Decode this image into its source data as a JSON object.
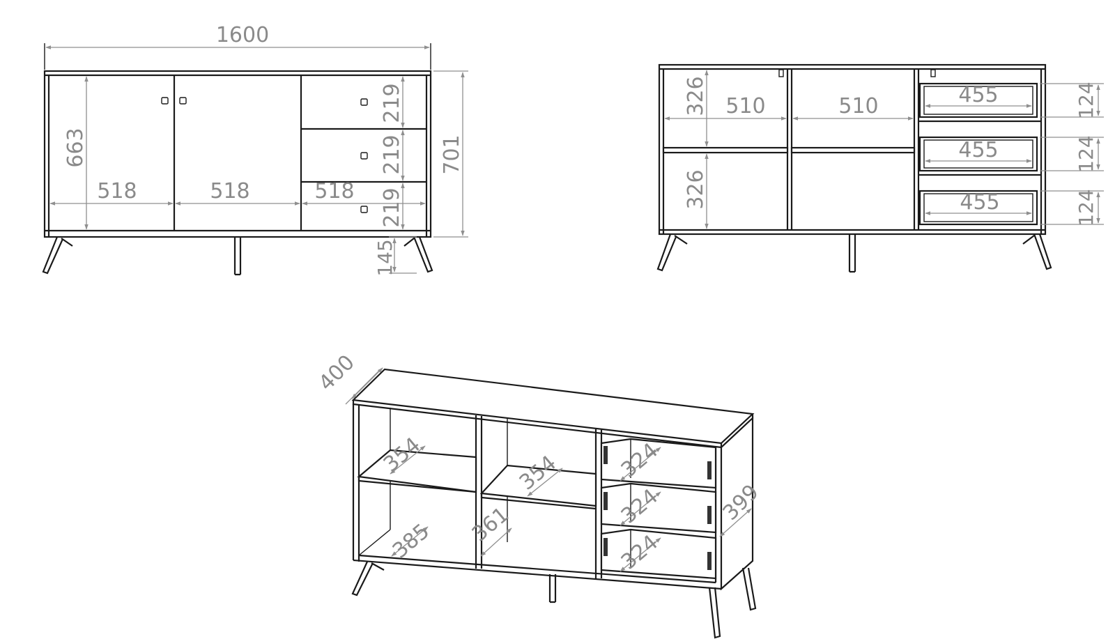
{
  "front_view": {
    "overall_width": "1600",
    "overall_height": "701",
    "door_height": "663",
    "door_width_left": "518",
    "door_width_middle": "518",
    "drawer_width": "518",
    "drawer_height_top": "219",
    "drawer_height_middle": "219",
    "drawer_height_bottom": "219",
    "leg_height": "145"
  },
  "open_view": {
    "shelf_height_upper": "326",
    "shelf_height_lower": "326",
    "compartment_width_left": "510",
    "compartment_width_middle": "510",
    "drawer_inner_width_1": "455",
    "drawer_inner_width_2": "455",
    "drawer_inner_width_3": "455",
    "drawer_inner_height_1": "124",
    "drawer_inner_height_2": "124",
    "drawer_inner_height_3": "124"
  },
  "iso_view": {
    "depth": "400",
    "side_depth": "399",
    "shelf_depth_left": "354",
    "shelf_depth_middle": "354",
    "bottom_depth_left": "385",
    "bottom_depth_middle": "361",
    "drawer_depth_1": "324",
    "drawer_depth_2": "324",
    "drawer_depth_3": "324"
  },
  "colors": {
    "line": "#1a1a1a",
    "dimension": "#8f8f8f",
    "label": "#8a8a8a"
  }
}
